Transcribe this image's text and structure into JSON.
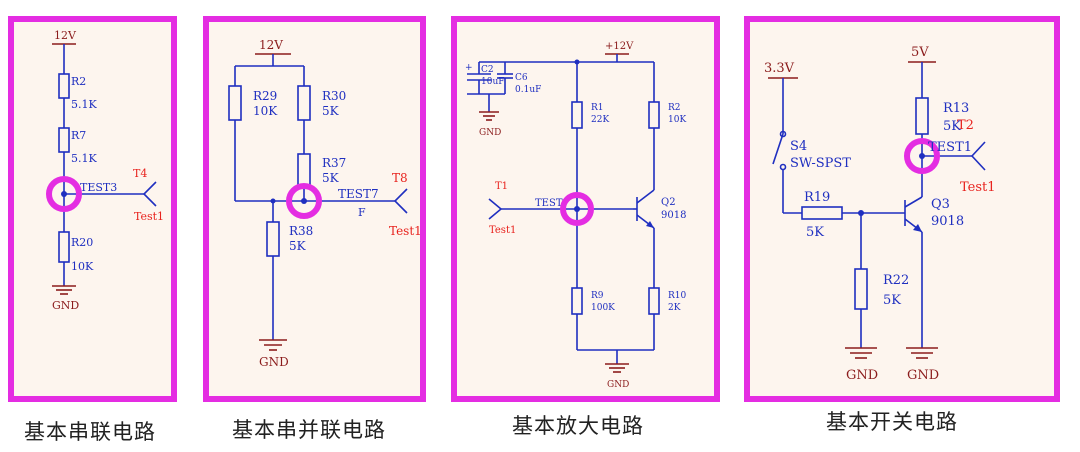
{
  "panels": [
    {
      "caption": "基本串联电路",
      "power": "12V",
      "resistors": [
        {
          "ref": "R2",
          "value": "5.1K"
        },
        {
          "ref": "R7",
          "value": "5.1K"
        },
        {
          "ref": "R20",
          "value": "10K"
        }
      ],
      "net": "TEST3",
      "port_ref": "T4",
      "port_name": "Test1",
      "ground": "GND"
    },
    {
      "caption": "基本串并联电路",
      "power": "12V",
      "resistors": [
        {
          "ref": "R29",
          "value": "10K"
        },
        {
          "ref": "R30",
          "value": "5K"
        },
        {
          "ref": "R37",
          "value": "5K"
        },
        {
          "ref": "R38",
          "value": "5K"
        }
      ],
      "net": "TEST7",
      "net_sub": "F",
      "port_ref": "T8",
      "port_name": "Test1",
      "ground": "GND"
    },
    {
      "caption": "基本放大电路",
      "power": "+12V",
      "capacitors": [
        {
          "ref": "C2",
          "value": "10uF"
        },
        {
          "ref": "C6",
          "value": "0.1uF"
        }
      ],
      "resistors": [
        {
          "ref": "R1",
          "value": "22K"
        },
        {
          "ref": "R2",
          "value": "10K"
        },
        {
          "ref": "R9",
          "value": "100K"
        },
        {
          "ref": "R10",
          "value": "2K"
        }
      ],
      "transistor": {
        "ref": "Q2",
        "value": "9018"
      },
      "net": "TEST",
      "port_ref": "T1",
      "port_name": "Test1",
      "ground_cap": "GND",
      "ground": "GND"
    },
    {
      "caption": "基本开关电路",
      "power_left": "3.3V",
      "power_right": "5V",
      "switch": {
        "ref": "S4",
        "value": "SW-SPST"
      },
      "resistors": [
        {
          "ref": "R13",
          "value": "5K"
        },
        {
          "ref": "R19",
          "value": "5K"
        },
        {
          "ref": "R22",
          "value": "5K"
        }
      ],
      "transistor": {
        "ref": "Q3",
        "value": "9018"
      },
      "net": "TEST1",
      "port_ref": "T2",
      "port_name": "Test1",
      "ground_left": "GND",
      "ground_right": "GND"
    }
  ]
}
